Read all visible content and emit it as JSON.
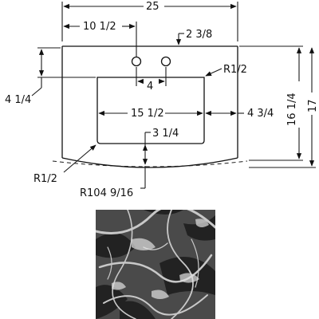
{
  "drawing": {
    "dimensions": {
      "overall_width": "25",
      "faucet_offset": "10 1/2",
      "backsplash_offset": "2 3/8",
      "left_depth": "4 1/4",
      "hole_spacing": "4",
      "top_radius": "R1/2",
      "basin_width": "15 1/2",
      "right_offset": "4 3/4",
      "inner_depth": "16 1/4",
      "overall_depth": "17",
      "front_offset": "3 1/4",
      "corner_radius": "R1/2",
      "front_arc_radius": "R104 9/16"
    }
  },
  "swatch": {
    "name": "marble-swatch",
    "colors": {
      "base": "#4a4a4a",
      "dark": "#1e1e1e",
      "vein": "#c8c8c8",
      "light": "#e2e2e2"
    }
  }
}
